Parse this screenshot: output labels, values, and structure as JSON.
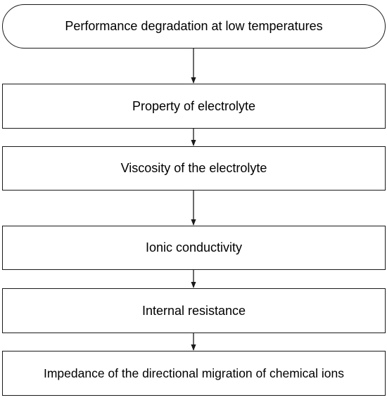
{
  "diagram": {
    "start": "Performance degradation at low temperatures",
    "steps": [
      "Property of electrolyte",
      "Viscosity of the electrolyte",
      "Ionic conductivity",
      "Internal resistance",
      "Impedance of the directional migration of chemical ions"
    ]
  }
}
